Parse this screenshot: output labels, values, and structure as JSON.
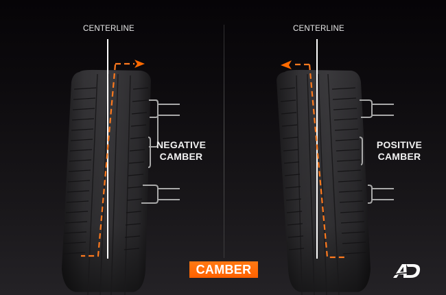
{
  "title": "CAMBER",
  "colors": {
    "accent": "#ff6a00",
    "dashed_line": "#ff7a1e",
    "centerline": "#ffffff",
    "background_top": "#060407",
    "background_bottom": "#242226",
    "bracket": "#a9a9a9",
    "tire": "#2a292b"
  },
  "left_panel": {
    "centerline_label": "CENTERLINE",
    "description_line1": "NEGATIVE",
    "description_line2": "CAMBER",
    "tilt_direction": "top outward (right arrow)",
    "arrow_icon": "arrow-right-icon"
  },
  "right_panel": {
    "centerline_label": "CENTERLINE",
    "description_line1": "POSITIVE",
    "description_line2": "CAMBER",
    "tilt_direction": "top outward (left arrow)",
    "arrow_icon": "arrow-left-icon"
  },
  "badge": {
    "label": "CAMBER"
  },
  "logo": {
    "text": "AD",
    "icon": "autodeal-logo-icon"
  }
}
